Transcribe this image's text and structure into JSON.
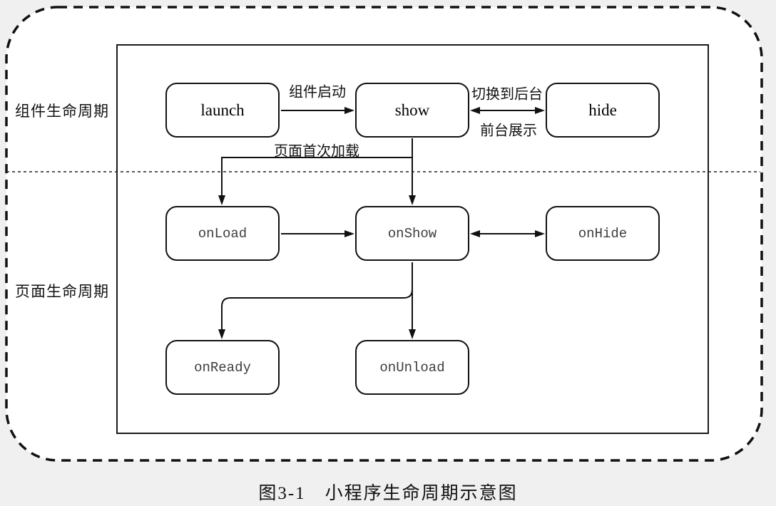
{
  "page": {
    "background_color": "#f0f0f0",
    "line_color": "#1a1a1a"
  },
  "diagram": {
    "section_labels": {
      "component_lifecycle": "组件生命周期",
      "page_lifecycle": "页面生命周期"
    },
    "nodes": {
      "launch": "launch",
      "show": "show",
      "hide": "hide",
      "onload": "onLoad",
      "onshow": "onShow",
      "onhide": "onHide",
      "onready": "onReady",
      "onunload": "onUnload"
    },
    "edge_labels": {
      "component_start": "组件启动",
      "switch_to_background": "切换到后台",
      "foreground_display": "前台展示",
      "page_first_load": "页面首次加载"
    }
  },
  "caption": "图3-1　小程序生命周期示意图"
}
